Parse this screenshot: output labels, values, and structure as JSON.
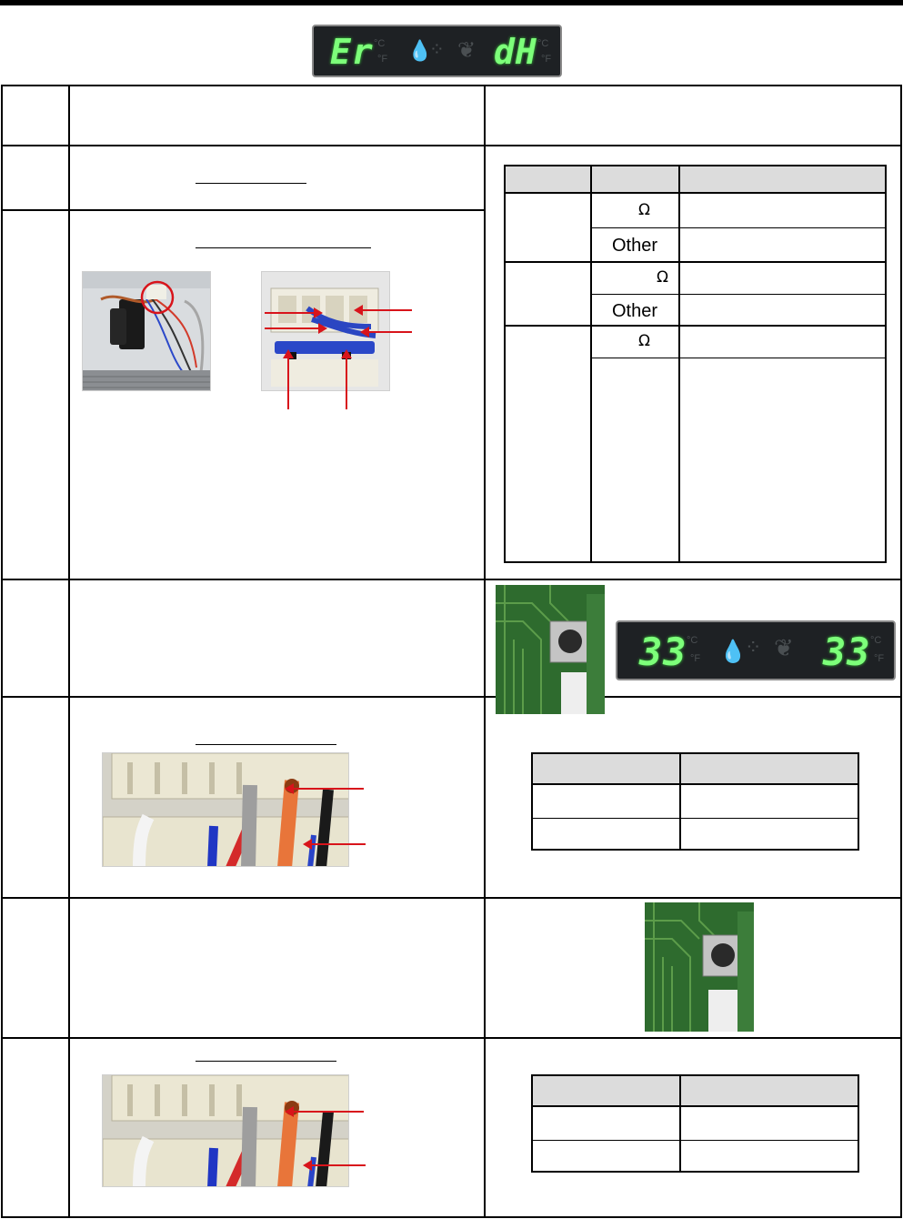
{
  "top_display": {
    "left_readout": "Er",
    "right_readout": "dH",
    "unit_c": "°C",
    "unit_f": "°F"
  },
  "second_display": {
    "left_readout": "33",
    "right_readout": "33",
    "unit_c": "°C",
    "unit_f": "°F"
  },
  "resistance_table": {
    "rows": [
      {
        "value": "Ω"
      },
      {
        "value": "Other"
      },
      {
        "value": "Ω"
      },
      {
        "value": "Other"
      },
      {
        "value": "Ω"
      },
      {
        "value": ""
      }
    ]
  },
  "colors": {
    "display_bg": "#1e2124",
    "segment": "#7dff7a",
    "arrow": "#d8141b",
    "table_header": "#dcdcdc"
  }
}
